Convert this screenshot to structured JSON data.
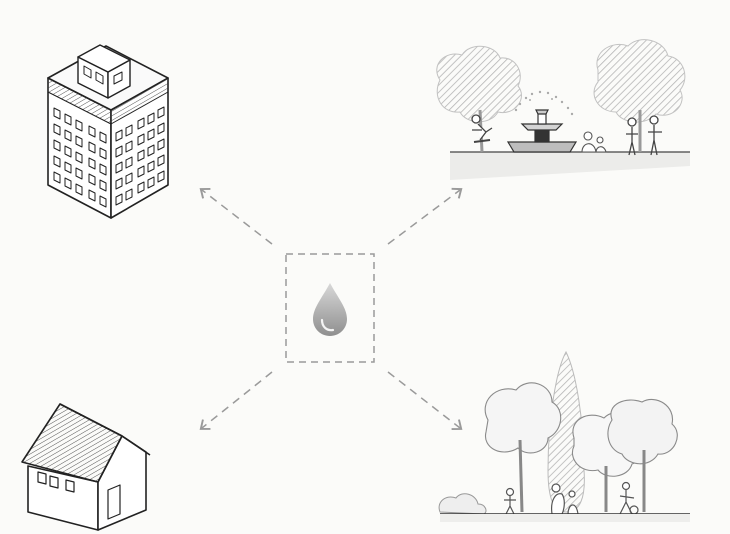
{
  "diagram": {
    "center": {
      "icon": "water-drop-icon"
    },
    "nodes": [
      {
        "id": "apartment",
        "icon": "apartment-building-icon"
      },
      {
        "id": "plaza",
        "icon": "fountain-plaza-icon"
      },
      {
        "id": "house",
        "icon": "house-icon"
      },
      {
        "id": "park",
        "icon": "park-trees-icon"
      }
    ]
  },
  "colors": {
    "background": "#fbfbf9",
    "line": "#222222",
    "dash": "#9a9a9a",
    "hatch": "#b5b5b5",
    "drop": "#a9a9a9"
  }
}
